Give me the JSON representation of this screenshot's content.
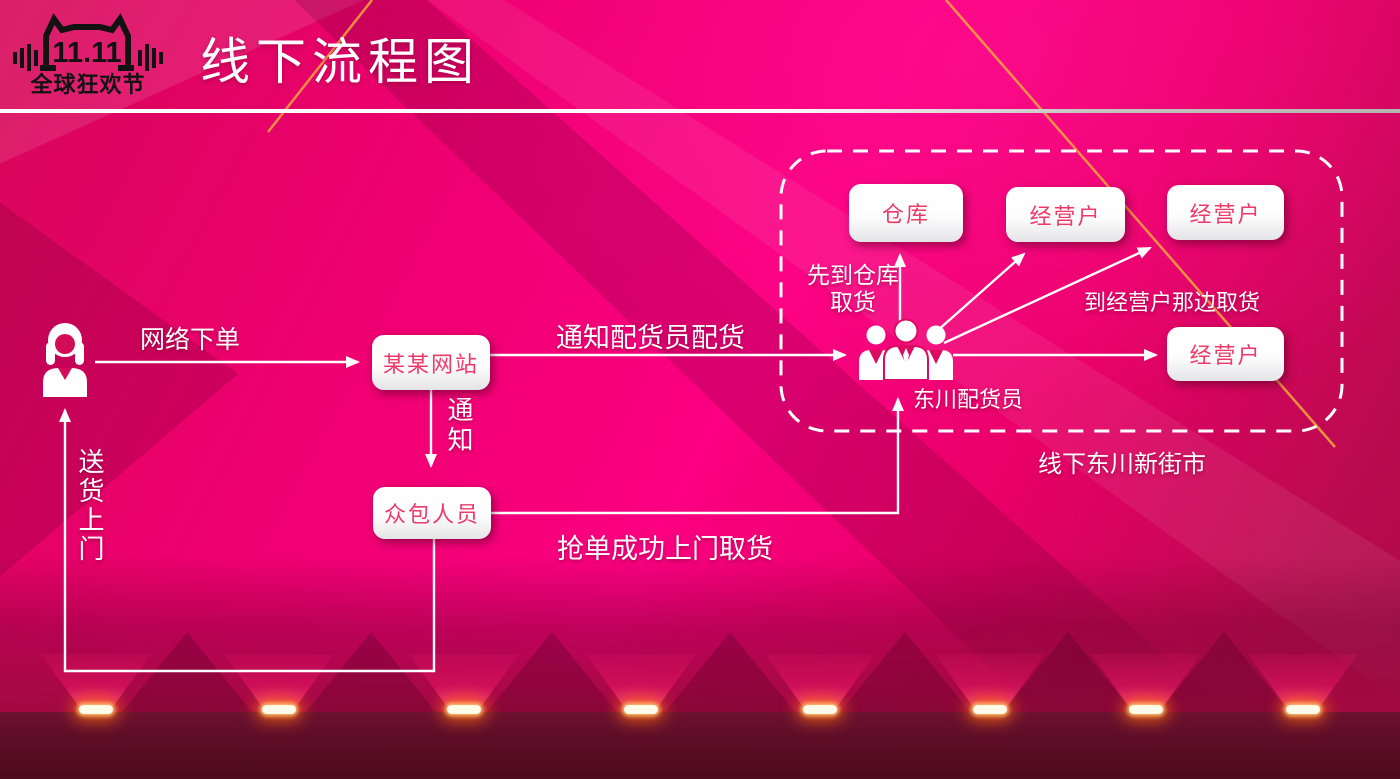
{
  "header": {
    "title": "线下流程图",
    "logo": {
      "event_date": "11.11",
      "event_name": "全球狂欢节"
    }
  },
  "flow": {
    "nodes": {
      "website": "某某网站",
      "crowd": "众包人员",
      "warehouse": "仓库",
      "merchant_top_left": "经营户",
      "merchant_top_right": "经营户",
      "merchant_right": "经营户"
    },
    "actors": {
      "customer_icon": "female-customer-icon",
      "courier_team_icon": "courier-team-icon",
      "courier_team_label": "东川配货员"
    },
    "edges": {
      "order_online": "网络下单",
      "notify_dispatcher": "通知配货员配货",
      "notify": "通知",
      "grab_order": "抢单成功上门取货",
      "deliver_home": "送货上门",
      "warehouse_pickup_line1": "先到仓库",
      "warehouse_pickup_line2": "取货",
      "merchant_pickup": "到经营户那边取货"
    },
    "zone_label": "线下东川新街市"
  },
  "colors": {
    "accent_text": "#ee3a68",
    "background_bright": "#fb0081",
    "background_dark": "#a80a44",
    "gold_line": "#f6b23a",
    "light_glow": "#ff6e0a",
    "line_color": "#ffffff"
  }
}
